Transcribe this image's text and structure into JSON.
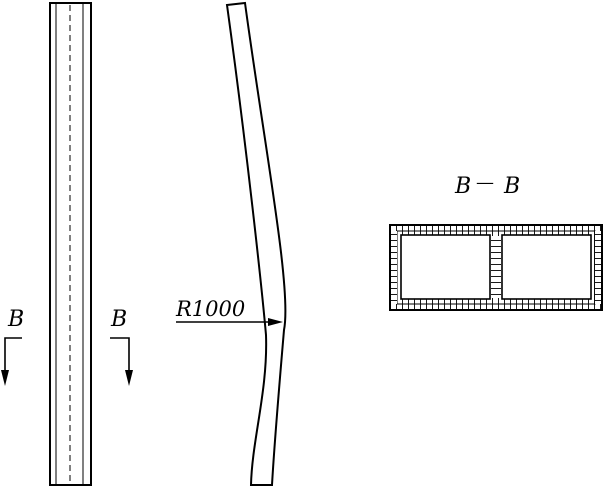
{
  "section_mark_left": "B",
  "section_mark_right": "B",
  "radius_label": "R1000",
  "section_title_left": "B",
  "section_title_dash": "—",
  "section_title_right": "B"
}
